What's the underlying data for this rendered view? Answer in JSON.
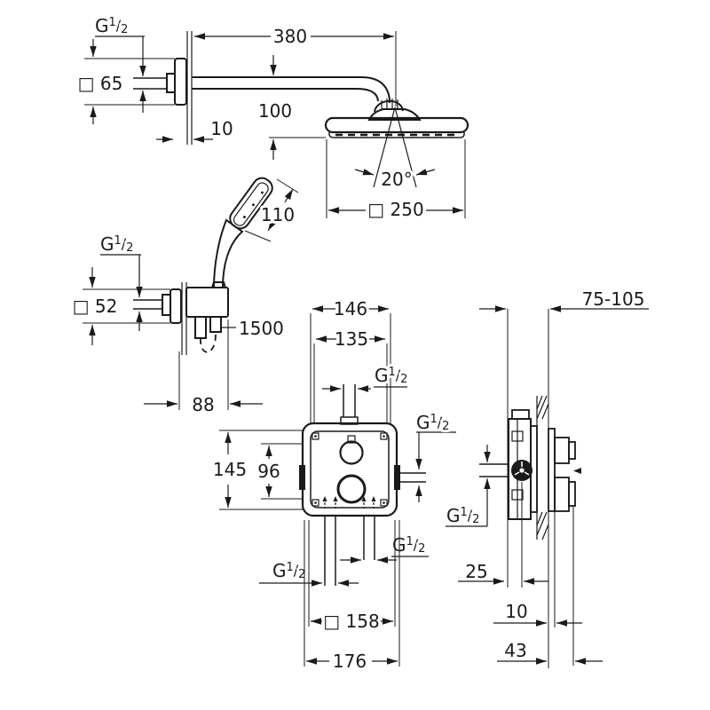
{
  "colors": {
    "ink": "#1a1a1a",
    "background": "#ffffff"
  },
  "symbols": {
    "g": "G",
    "one": "1",
    "slash": "/",
    "two": "2"
  },
  "dims": {
    "arm_length": "380",
    "head_drop": "100",
    "wall_flange_size": "□ 65",
    "flange_depth": "10",
    "spray_angle": "20°",
    "head_size": "□ 250",
    "handshower_length": "110",
    "holder_flange_size": "□ 52",
    "hose_length": "1500",
    "holder_depth": "88",
    "box_hole_spacing_h": "146",
    "box_inner_width": "135",
    "box_hole_spacing_v": "145",
    "box_port_spacing": "96",
    "box_plate_size": "□ 158",
    "trim_width": "176",
    "install_depth_range": "75-105",
    "box_offset": "25",
    "wall_finish_thickness": "10",
    "trim_depth": "43"
  }
}
